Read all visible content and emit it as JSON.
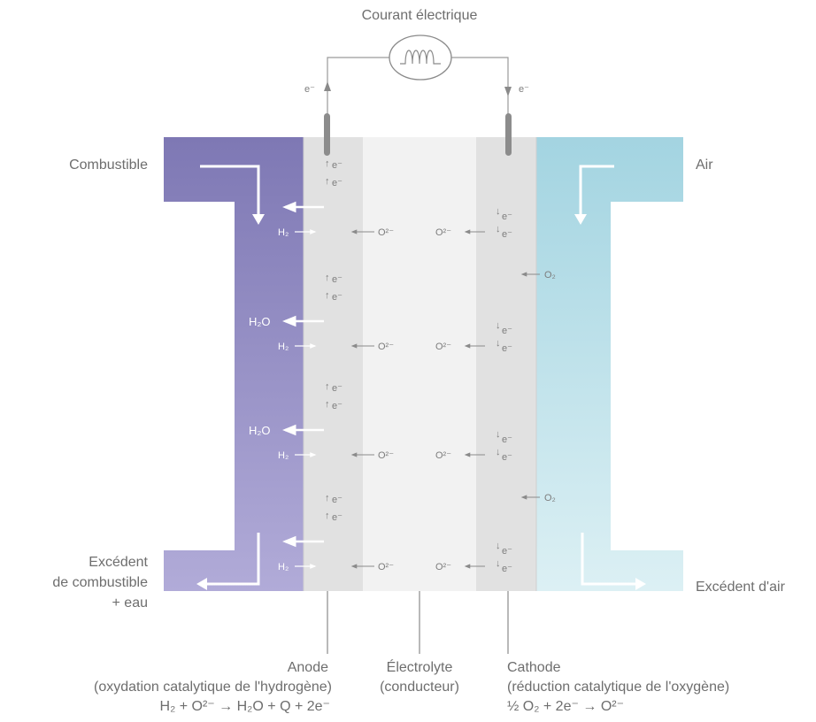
{
  "title": "Courant électrique",
  "electron": "e⁻",
  "labels": {
    "fuel_in": "Combustible",
    "air_in": "Air",
    "fuel_out": [
      "Excédent",
      "de combustible",
      "+ eau"
    ],
    "air_out": "Excédent d'air"
  },
  "species": {
    "h2": "H₂",
    "h2o": "H₂O",
    "o2": "O₂",
    "oxide": "O²⁻",
    "e": "e⁻"
  },
  "bottom": {
    "anode": {
      "name": "Anode",
      "desc": "(oxydation catalytique de l'hydrogène)",
      "eq": "H₂ +  O²⁻ → H₂O + Q + 2e⁻"
    },
    "electrolyte": {
      "name": "Électrolyte",
      "desc": "(conducteur)"
    },
    "cathode": {
      "name": "Cathode",
      "desc": "(réduction catalytique de l'oxygène)",
      "eq": "½ O₂ + 2e⁻ → O²⁻"
    }
  },
  "colors": {
    "fuel_top": "#7e78b4",
    "fuel_bottom": "#aea8d6",
    "air_top": "#a6d6e2",
    "air_bottom": "#d8eef3",
    "anode": "#e0e0e0",
    "electrolyte": "#f2f2f2",
    "cathode": "#e0e0e0",
    "electrode": "#8c8c8c"
  }
}
